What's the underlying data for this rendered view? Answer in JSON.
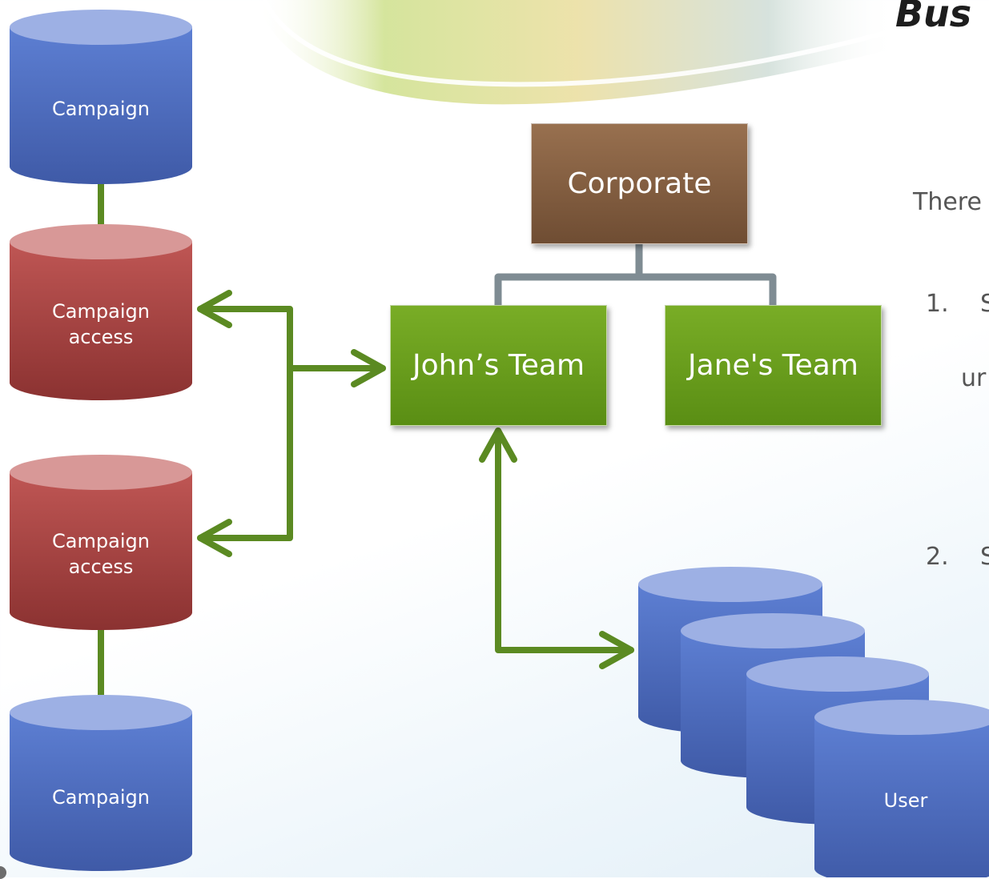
{
  "slide": {
    "title_fragment": "Bus"
  },
  "campaign_stack": {
    "top_campaign": "Campaign",
    "access_1": "Campaign\naccess",
    "access_2": "Campaign\naccess",
    "bottom_campaign": "Campaign"
  },
  "org_chart": {
    "corporate": "Corporate",
    "team_john": "John’s Team",
    "team_jane": "Jane's Team"
  },
  "users": {
    "label": "User"
  },
  "side_text": {
    "intro": "There",
    "item1_number": "1.",
    "item1_fragment": "S",
    "item1_continuation": "ur",
    "item2_number": "2.",
    "item2_fragment": "S"
  },
  "colors": {
    "campaign_blue": "#4e6fc4",
    "access_red": "#b04745",
    "team_green": "#6a9c1c",
    "corporate_brown": "#86603f",
    "connector_green": "#5b8a22",
    "connector_gray": "#7f8c93"
  }
}
